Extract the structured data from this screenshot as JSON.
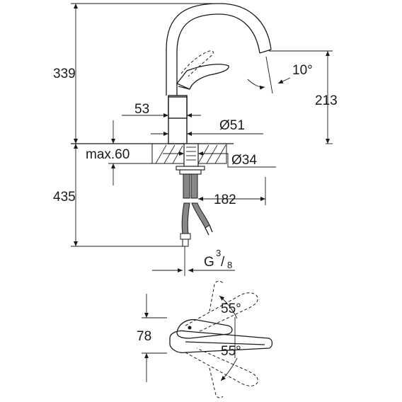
{
  "dimensions": {
    "total_height": "339",
    "angle": "10°",
    "spout_height": "213",
    "body_offset": "53",
    "body_diameter": "Ø51",
    "max_counter": "max.60",
    "hole_diameter": "Ø34",
    "hose_length": "435",
    "reach": "182",
    "connection": "G",
    "connection_num": "3",
    "connection_den": "8",
    "lever_angle_top": "55°",
    "lever_height": "78",
    "lever_angle_bottom": "55°"
  }
}
